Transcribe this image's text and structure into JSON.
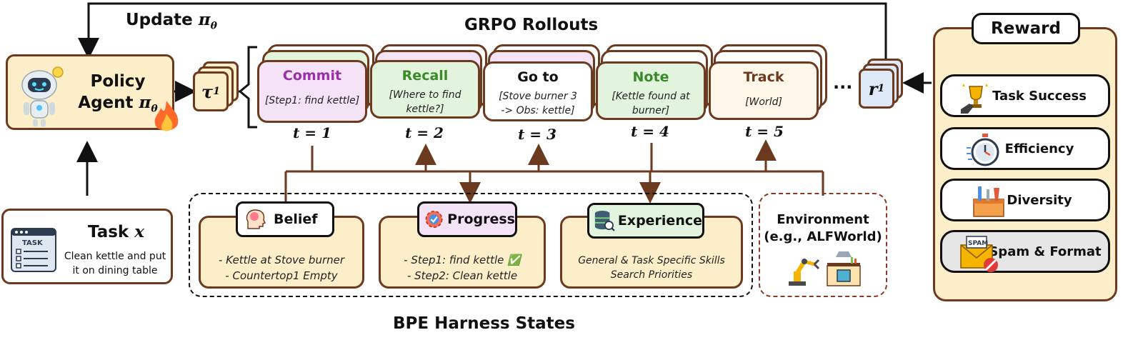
{
  "update_label": "Update",
  "update_math": "π",
  "update_sub": "θ",
  "rollouts_title": "GRPO Rollouts",
  "policy": {
    "line1": "Policy",
    "line2": "Agent",
    "math": "π",
    "sub": "θ"
  },
  "tau": {
    "sym": "τ",
    "sub": "1"
  },
  "r": {
    "sym": "r",
    "sub": "1"
  },
  "ellipsis": "...",
  "steps": [
    {
      "title": "Commit",
      "desc1": "[Step1: find kettle]",
      "desc2": "",
      "time": "t = 1",
      "color": "#f4e3f7",
      "title_color": "#9b2fa7"
    },
    {
      "title": "Recall",
      "desc1": "[Where to find",
      "desc2": "kettle?]",
      "time": "t = 2",
      "color": "#e3f4de",
      "title_color": "#3a8a2a"
    },
    {
      "title": "Go to",
      "desc1": "[Stove burner 3",
      "desc2": "-> Obs: kettle]",
      "time": "t = 3",
      "color": "#ffffff",
      "title_color": "#111111"
    },
    {
      "title": "Note",
      "desc1": "[Kettle found at",
      "desc2": "burner]",
      "time": "t = 4",
      "color": "#e3f4de",
      "title_color": "#3a8a2a"
    },
    {
      "title": "Track",
      "desc1": "[World]",
      "desc2": "",
      "time": "t = 5",
      "color": "#fff7ea",
      "title_color": "#6b3a1f"
    }
  ],
  "task": {
    "title": "Task",
    "math": "x",
    "desc1": "Clean kettle and put",
    "desc2": "it on dining table",
    "icon_text": "TASK"
  },
  "states": {
    "belief": {
      "title": "Belief",
      "line1": "-   Kettle at Stove burner",
      "line2": "-   Countertop1 Empty"
    },
    "progress": {
      "title": "Progress",
      "line1": "- Step1: find kettle ✅",
      "line2": "- Step2: Clean kettle"
    },
    "experience": {
      "title": "Experience",
      "line1": "General & Task Specific Skills",
      "line2": "Search Priorities"
    }
  },
  "environment": {
    "line1": "Environment",
    "line2": "(e.g., ALFWorld)"
  },
  "harness_title": "BPE Harness States",
  "reward": {
    "title": "Reward",
    "items": [
      {
        "label": "Task Success"
      },
      {
        "label": "Efficiency"
      },
      {
        "label": "Diversity"
      },
      {
        "label": "Spam & Format",
        "icon_text": "SPAM"
      }
    ]
  },
  "colors": {
    "brown": "#6b3a1f",
    "policy_bg": "#fbeec8",
    "reward_bg": "#fbeec8",
    "tau_bg": "#fbeec8",
    "r_bg": "#dde9f7"
  }
}
